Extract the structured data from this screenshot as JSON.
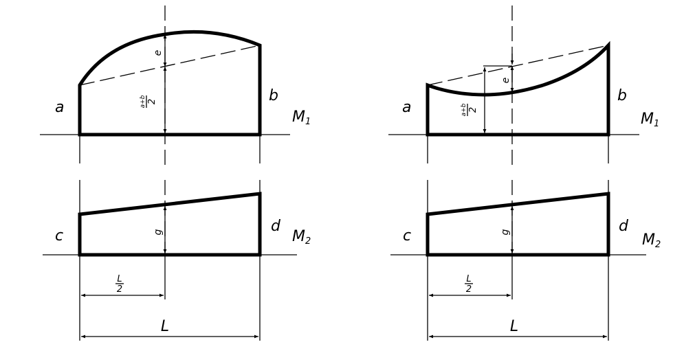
{
  "labels": {
    "a": "a",
    "b": "b",
    "c": "c",
    "d": "d",
    "e": "e",
    "g": "g",
    "L": "L",
    "M1": "M",
    "M1_sub": "1",
    "M2": "M",
    "M2_sub": "2",
    "half_L_num": "L",
    "half_L_den": "2",
    "ab_half_num": "a+b",
    "ab_half_den": "2"
  },
  "colors": {
    "line": "#000000",
    "background": "#ffffff"
  }
}
